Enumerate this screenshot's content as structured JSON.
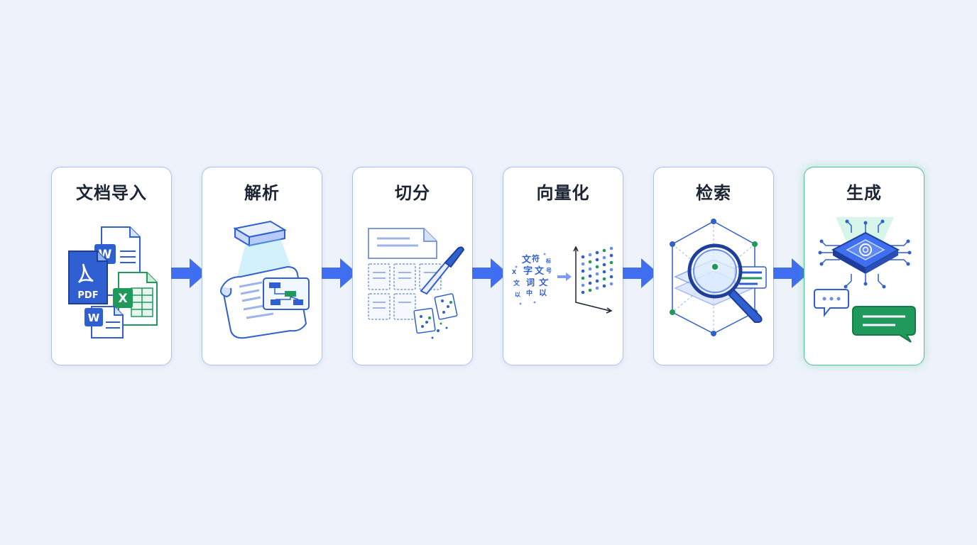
{
  "steps": [
    {
      "title": "文档导入",
      "icon": "documents-icon",
      "file_labels": [
        "PDF",
        "W",
        "W",
        "X"
      ]
    },
    {
      "title": "解析",
      "icon": "parse-scan-icon"
    },
    {
      "title": "切分",
      "icon": "split-knife-icon"
    },
    {
      "title": "向量化",
      "icon": "vectorize-icon",
      "chars": [
        "文",
        "符",
        "字",
        "文",
        "词",
        "文",
        "以",
        "号",
        "中",
        "文",
        "以",
        "X",
        "标"
      ]
    },
    {
      "title": "检索",
      "icon": "retrieve-magnifier-icon"
    },
    {
      "title": "生成",
      "icon": "generate-chip-icon"
    }
  ],
  "colors": {
    "background": "#edf2fb",
    "card_border": "#a9c1ef",
    "final_border": "#4cc48c",
    "arrow": "#3f6ff0",
    "primary_blue": "#2f5fd0",
    "green": "#1f9a5c"
  }
}
